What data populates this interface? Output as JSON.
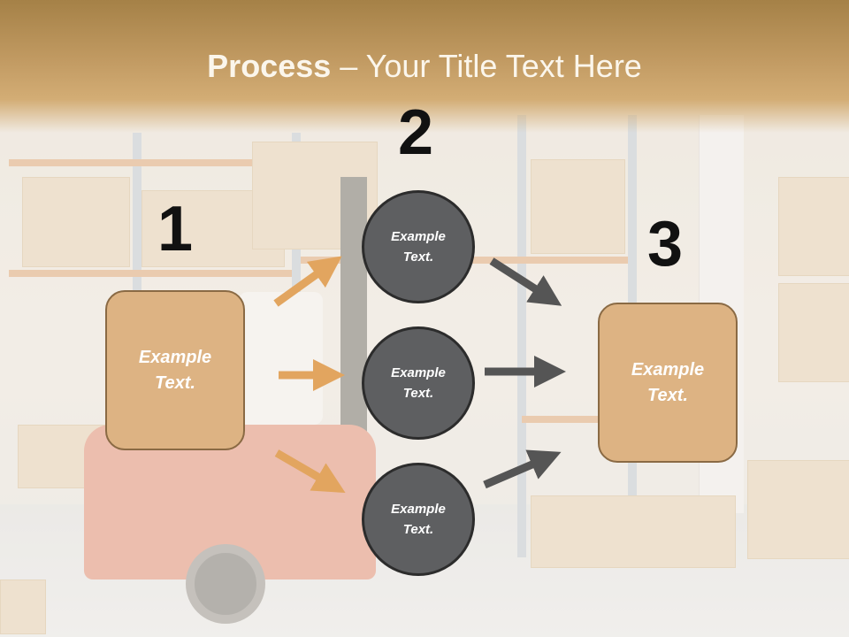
{
  "title": {
    "bold": "Process",
    "rest": " – Your Title Text Here"
  },
  "steps": [
    {
      "number": "1",
      "text_line1": "Example",
      "text_line2": "Text."
    },
    {
      "number": "2"
    },
    {
      "number": "3",
      "text_line1": "Example",
      "text_line2": "Text."
    }
  ],
  "circles": [
    {
      "text_line1": "Example",
      "text_line2": "Text."
    },
    {
      "text_line1": "Example",
      "text_line2": "Text."
    },
    {
      "text_line1": "Example",
      "text_line2": "Text."
    }
  ],
  "colors": {
    "accent": "#ddb383",
    "arrow_in": "#e2a55f",
    "arrow_out": "#555555",
    "circle": "#5e5f61"
  }
}
